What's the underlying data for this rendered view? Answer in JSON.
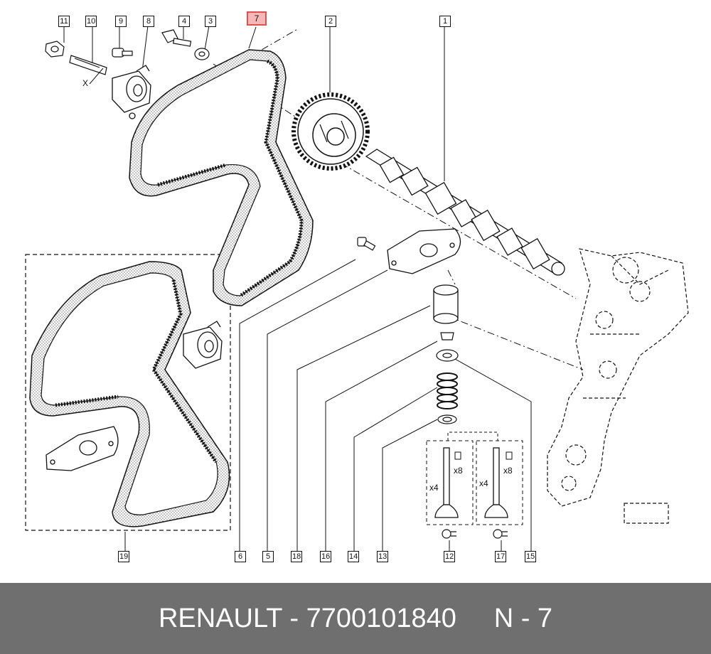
{
  "diagram": {
    "callouts": [
      {
        "id": "11",
        "label": "11",
        "highlight": false
      },
      {
        "id": "10",
        "label": "10",
        "highlight": false
      },
      {
        "id": "9",
        "label": "9",
        "highlight": false
      },
      {
        "id": "8",
        "label": "8",
        "highlight": false
      },
      {
        "id": "4",
        "label": "4",
        "highlight": false
      },
      {
        "id": "3",
        "label": "3",
        "highlight": false
      },
      {
        "id": "7",
        "label": "7",
        "highlight": true
      },
      {
        "id": "2",
        "label": "2",
        "highlight": false
      },
      {
        "id": "1",
        "label": "1",
        "highlight": false
      },
      {
        "id": "19",
        "label": "19",
        "highlight": false
      },
      {
        "id": "6",
        "label": "6",
        "highlight": false
      },
      {
        "id": "5",
        "label": "5",
        "highlight": false
      },
      {
        "id": "18",
        "label": "18",
        "highlight": false
      },
      {
        "id": "16",
        "label": "16",
        "highlight": false
      },
      {
        "id": "14",
        "label": "14",
        "highlight": false
      },
      {
        "id": "13",
        "label": "13",
        "highlight": false
      },
      {
        "id": "12",
        "label": "12",
        "highlight": false
      },
      {
        "id": "17",
        "label": "17",
        "highlight": false
      },
      {
        "id": "15",
        "label": "15",
        "highlight": false
      }
    ],
    "annotations": {
      "x_mark": "X",
      "qty_valve_left": "x4",
      "qty_keeper_left": "x8",
      "qty_valve_right": "x4",
      "qty_keeper_right": "x8"
    },
    "colors": {
      "line": "#111111",
      "highlight_border": "#e05050",
      "highlight_fill": "#f4b8b8"
    }
  },
  "footer": {
    "text": "RENAULT - 7700101840     N - 7",
    "background": "#6f6f6f"
  }
}
